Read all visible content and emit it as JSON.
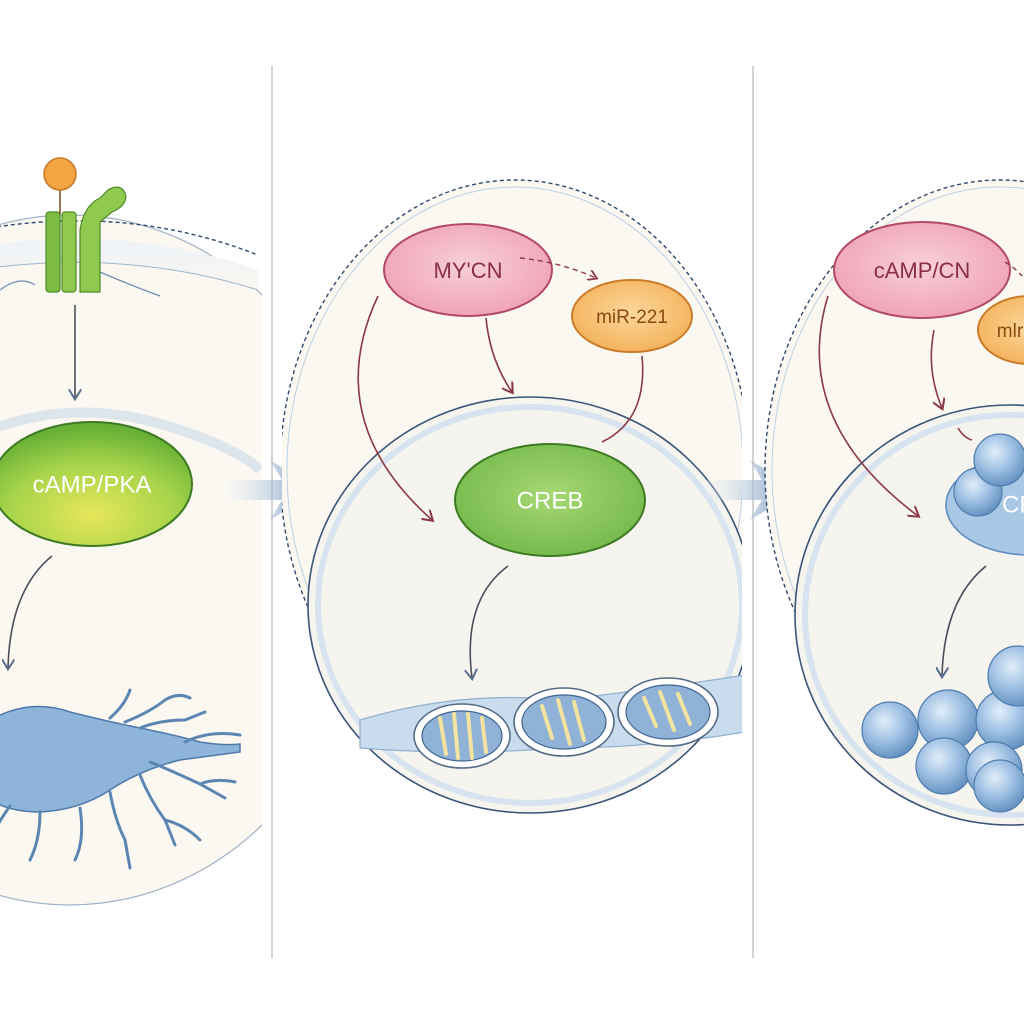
{
  "panels": [
    {
      "nodes": {
        "pka": "cAMP/PKA"
      }
    },
    {
      "nodes": {
        "mycn": "MY'CN",
        "mir": "miR-221",
        "creb": "CREB"
      }
    },
    {
      "nodes": {
        "camp_cn": "cAMP/CN",
        "mir_partial": "mlr",
        "creb_partial": "CF"
      }
    }
  ],
  "colors": {
    "green_node": "#7cc24e",
    "pink_node": "#f3a8bd",
    "orange_node": "#f4b867",
    "blue_sphere": "#8fb7de",
    "arrow": "#8a3a45",
    "chevron": "#6c90b8"
  },
  "icons": [
    "receptor-icon",
    "ligand-icon",
    "neuron-icon",
    "mitochondrion-icon",
    "sphere-cluster-icon"
  ]
}
